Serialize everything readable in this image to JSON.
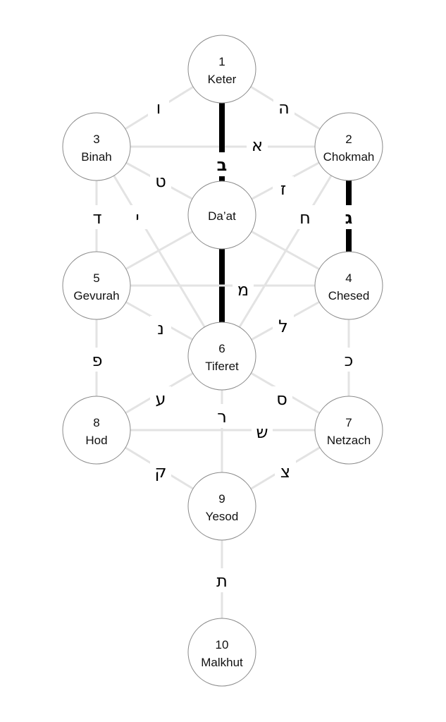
{
  "title": "Tree of Life",
  "colors": {
    "path": "#e3e3e3",
    "bold_path": "#000000",
    "node_stroke": "#8a8a8a",
    "node_fill": "#ffffff"
  },
  "nodes": [
    {
      "id": "keter",
      "number": "1",
      "name": "Keter"
    },
    {
      "id": "chokmah",
      "number": "2",
      "name": "Chokmah"
    },
    {
      "id": "binah",
      "number": "3",
      "name": "Binah"
    },
    {
      "id": "daat",
      "number": "",
      "name": "Da’at"
    },
    {
      "id": "chesed",
      "number": "4",
      "name": "Chesed"
    },
    {
      "id": "gevurah",
      "number": "5",
      "name": "Gevurah"
    },
    {
      "id": "tiferet",
      "number": "6",
      "name": "Tiferet"
    },
    {
      "id": "netzach",
      "number": "7",
      "name": "Netzach"
    },
    {
      "id": "hod",
      "number": "8",
      "name": "Hod"
    },
    {
      "id": "yesod",
      "number": "9",
      "name": "Yesod"
    },
    {
      "id": "malkhut",
      "number": "10",
      "name": "Malkhut"
    }
  ],
  "paths": [
    {
      "from": "keter",
      "to": "binah",
      "letter": "ו",
      "bold": false
    },
    {
      "from": "keter",
      "to": "chokmah",
      "letter": "ה",
      "bold": false
    },
    {
      "from": "binah",
      "to": "chokmah",
      "letter": "א",
      "bold": false
    },
    {
      "from": "keter",
      "to": "daat",
      "letter": "ב",
      "bold": true
    },
    {
      "from": "binah",
      "to": "daat",
      "letter": "ט",
      "bold": false
    },
    {
      "from": "chokmah",
      "to": "daat",
      "letter": "ז",
      "bold": false
    },
    {
      "from": "binah",
      "to": "gevurah",
      "letter": "ד",
      "bold": false
    },
    {
      "from": "binah",
      "to": "tiferet",
      "letter": "י",
      "bold": false
    },
    {
      "from": "chokmah",
      "to": "tiferet",
      "letter": "ח",
      "bold": false
    },
    {
      "from": "chokmah",
      "to": "chesed",
      "letter": "ג",
      "bold": true
    },
    {
      "from": "daat",
      "to": "gevurah",
      "letter": "",
      "bold": false
    },
    {
      "from": "daat",
      "to": "chesed",
      "letter": "",
      "bold": false
    },
    {
      "from": "daat",
      "to": "tiferet",
      "letter": "",
      "bold": true
    },
    {
      "from": "gevurah",
      "to": "chesed",
      "letter": "מ",
      "bold": false
    },
    {
      "from": "gevurah",
      "to": "tiferet",
      "letter": "נ",
      "bold": false
    },
    {
      "from": "chesed",
      "to": "tiferet",
      "letter": "ל",
      "bold": false
    },
    {
      "from": "gevurah",
      "to": "hod",
      "letter": "פ",
      "bold": false
    },
    {
      "from": "chesed",
      "to": "netzach",
      "letter": "כ",
      "bold": false
    },
    {
      "from": "tiferet",
      "to": "hod",
      "letter": "ע",
      "bold": false
    },
    {
      "from": "tiferet",
      "to": "netzach",
      "letter": "ס",
      "bold": false
    },
    {
      "from": "tiferet",
      "to": "yesod",
      "letter": "ר",
      "bold": false
    },
    {
      "from": "hod",
      "to": "netzach",
      "letter": "ש",
      "bold": false
    },
    {
      "from": "hod",
      "to": "yesod",
      "letter": "ק",
      "bold": false
    },
    {
      "from": "netzach",
      "to": "yesod",
      "letter": "צ",
      "bold": false
    },
    {
      "from": "yesod",
      "to": "malkhut",
      "letter": "ת",
      "bold": false
    }
  ]
}
